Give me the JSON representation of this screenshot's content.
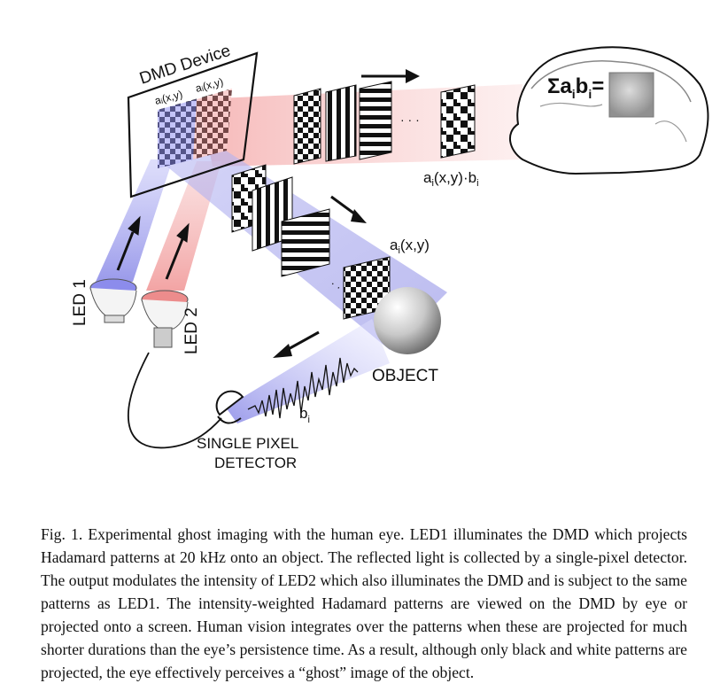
{
  "figure": {
    "dmd_label": "DMD Device",
    "dmd_a1": "aᵢ(x,y)",
    "dmd_a2": "aᵢ(x,y)",
    "led1_label": "LED 1",
    "led2_label": "LED 2",
    "object_label": "OBJECT",
    "detector_line1": "SINGLE PIXEL",
    "detector_line2": "DETECTOR",
    "bi_label": "b",
    "bi_sub": "i",
    "ai_label": "a",
    "ai_sub": "i",
    "ai_args": "(x,y)",
    "aibi_a": "a",
    "aibi_sub": "i",
    "aibi_mid": "(x,y)·b",
    "aibi_sub2": "i",
    "sum_label": "Σa",
    "sum_sub1": "i",
    "sum_b": "b",
    "sum_sub2": "i",
    "sum_eq": "=",
    "dots": "· · ·"
  },
  "caption": "Fig. 1. Experimental ghost imaging with the human eye. LED1 illuminates the DMD which projects Hadamard patterns at 20 kHz onto an object. The reflected light is collected by a single-pixel detector. The output modulates the intensity of LED2 which also illuminates the DMD and is subject to the same patterns as LED1. The intensity-weighted Hadamard patterns are viewed on the DMD by eye or projected onto a screen. Human vision integrates over the patterns when these are projected for much shorter durations than the eye’s persistence time. As a result, although only black and white patterns are projected, the eye effectively perceives a “ghost” image of the object.",
  "colors": {
    "blue_beam": "#a8a8f0",
    "red_beam": "#f5b5b5"
  }
}
